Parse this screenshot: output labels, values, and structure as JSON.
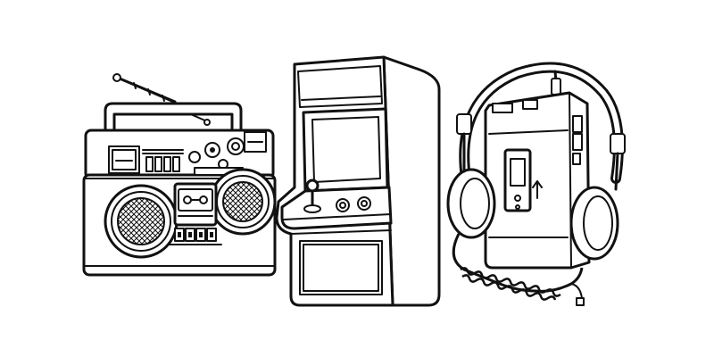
{
  "illustration": {
    "style": "black line art on white",
    "objects": [
      "boombox",
      "arcade-cabinet",
      "cassette-player-with-headphones"
    ]
  },
  "colors": {
    "background": "#ffffff",
    "ink": "#111111"
  }
}
